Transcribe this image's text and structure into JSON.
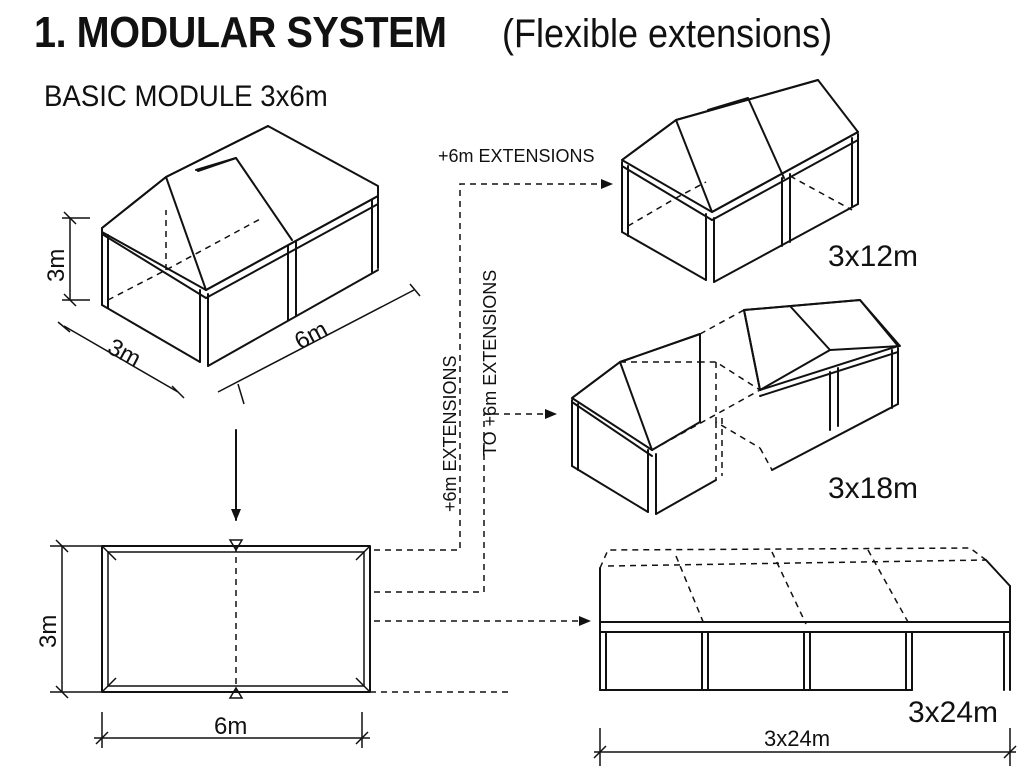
{
  "header": {
    "title": "1. MODULAR SYSTEM",
    "subtitle": "(Flexible extensions)"
  },
  "basic_module": {
    "label": "BASIC MODULE 3x6m",
    "height_dim": "3m",
    "width_dim": "3m",
    "length_dim": "6m"
  },
  "plan": {
    "width_dim": "3m",
    "length_dim": "6m"
  },
  "extensions": {
    "top_arrow_label": "+6m EXTENSIONS",
    "vertical_label_1": "+6m EXTENSIONS",
    "vertical_label_2": "TO +6m EXTENSIONS"
  },
  "variants": [
    {
      "size_label": "3x12m"
    },
    {
      "size_label": "3x18m"
    },
    {
      "size_label": "3x24m",
      "length_dim": "3x24m"
    }
  ]
}
